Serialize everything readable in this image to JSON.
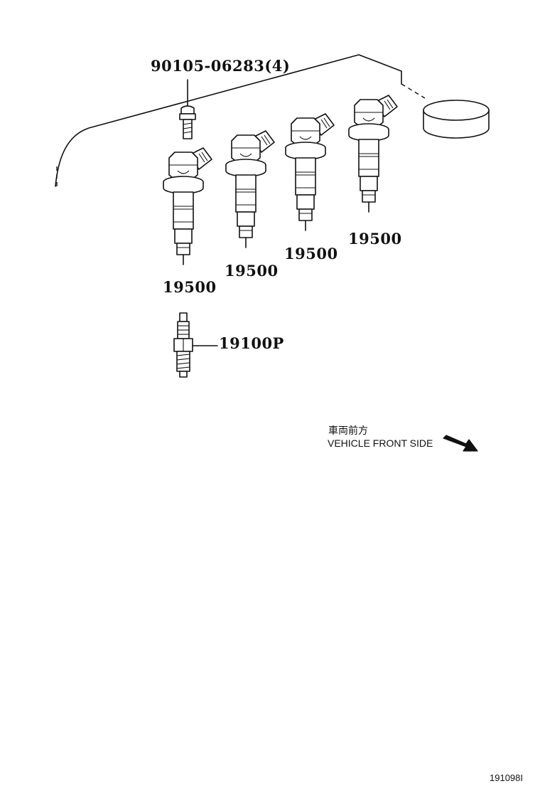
{
  "labels": {
    "bolt": "90105-06283(4)",
    "coil_1": "19500",
    "coil_2": "19500",
    "coil_3": "19500",
    "coil_4": "19500",
    "spark_plug": "19100P"
  },
  "direction_note": {
    "japanese": "車両前方",
    "english": "VEHICLE FRONT SIDE"
  },
  "figure_id": "191098I"
}
